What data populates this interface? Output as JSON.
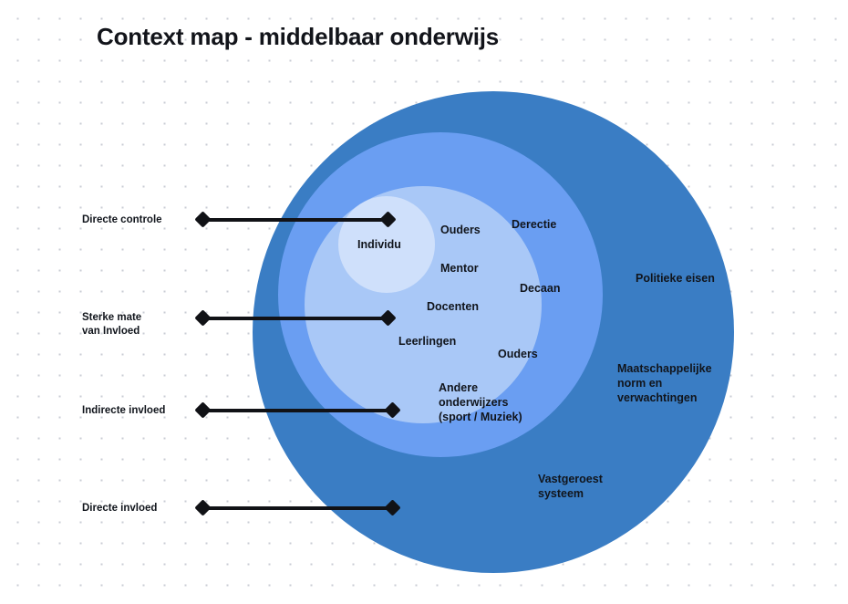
{
  "page": {
    "title": "Context map - middelbaar onderwijs",
    "background": "#ffffff",
    "dot_grid_color": "#c9ccd4"
  },
  "colors": {
    "ring_outer": "#3a7dc4",
    "ring_mid": "#6a9ef2",
    "ring_inner": "#a9c8f7",
    "ring_core": "#cfe0fb",
    "text": "#11151c",
    "connector": "#111216"
  },
  "legend": {
    "items": [
      {
        "label": "Directe controle"
      },
      {
        "label": "Sterke mate\nvan Invloed"
      },
      {
        "label": "Indirecte invloed"
      },
      {
        "label": "Directe invloed"
      }
    ]
  },
  "rings": [
    {
      "name": "core",
      "level": "Directe controle",
      "color": "#cfe0fb",
      "labels": [
        "Individu"
      ]
    },
    {
      "name": "inner",
      "level": "Sterke mate van Invloed",
      "color": "#a9c8f7",
      "labels": [
        "Ouders",
        "Mentor",
        "Docenten",
        "Leerlingen"
      ]
    },
    {
      "name": "mid",
      "level": "Indirecte invloed",
      "color": "#6a9ef2",
      "labels": [
        "Derectie",
        "Decaan",
        "Ouders",
        "Andere\nonderwijzers\n(sport / Muziek)"
      ]
    },
    {
      "name": "outer",
      "level": "Directe invloed",
      "color": "#3a7dc4",
      "labels": [
        "Politieke eisen",
        "Maatschappelijke\nnorm en\nverwachtingen",
        "Vastgeroest\nsysteem"
      ]
    }
  ],
  "nodes": {
    "individu": "Individu",
    "ouders_inner": "Ouders",
    "mentor": "Mentor",
    "docenten": "Docenten",
    "leerlingen": "Leerlingen",
    "derectie": "Derectie",
    "decaan": "Decaan",
    "ouders_mid": "Ouders",
    "andere_onderwijzers": "Andere\nonderwijzers\n(sport / Muziek)",
    "politieke_eisen": "Politieke eisen",
    "maatschappelijke_norm": "Maatschappelijke\nnorm en\nverwachtingen",
    "vastgeroest_systeem": "Vastgeroest\nsysteem"
  }
}
